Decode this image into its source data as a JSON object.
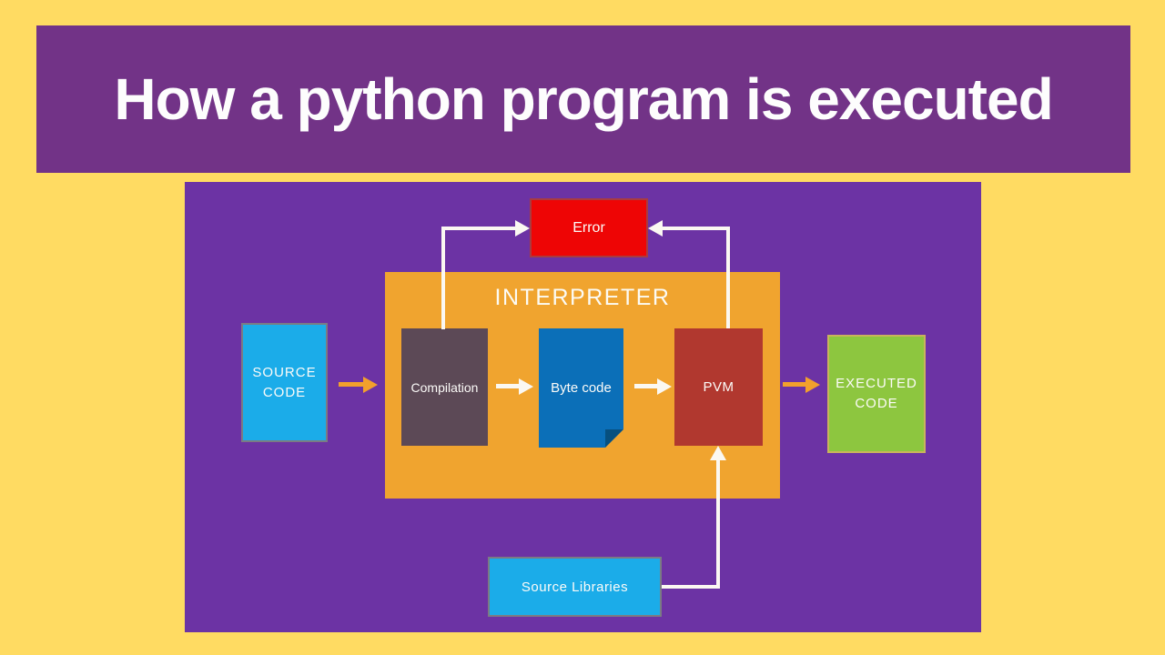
{
  "header": {
    "title": "How a python program is executed"
  },
  "diagram": {
    "error_label": "Error",
    "interpreter_label": "INTERPRETER",
    "source_code_label": "SOURCE\nCODE",
    "compilation_label": "Compilation",
    "byte_code_label": "Byte code",
    "pvm_label": "PVM",
    "executed_code_label": "EXECUTED\nCODE",
    "source_libraries_label": "Source Libraries"
  },
  "colors": {
    "background_yellow": "#FFDB62",
    "banner_purple": "#723387",
    "panel_purple": "#6C33A4",
    "interpreter_orange": "#F0A42F",
    "error_red": "#EE0505",
    "compilation_mauve": "#5C4956",
    "byte_code_blue": "#0B6FB8",
    "pvm_red": "#B1382F",
    "cyan_blue": "#1BACE9",
    "executed_green": "#8DC63F",
    "arrow_orange": "#F2A02C",
    "arrow_white": "#FBF8F2"
  }
}
